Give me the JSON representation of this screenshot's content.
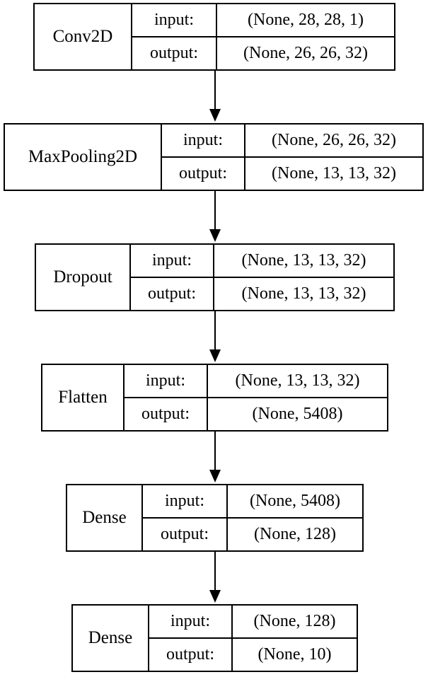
{
  "layers": [
    {
      "name": "Conv2D",
      "input_label": "input:",
      "input_value": "(None, 28, 28, 1)",
      "output_label": "output:",
      "output_value": "(None, 26, 26, 32)"
    },
    {
      "name": "MaxPooling2D",
      "input_label": "input:",
      "input_value": "(None, 26, 26, 32)",
      "output_label": "output:",
      "output_value": "(None, 13, 13, 32)"
    },
    {
      "name": "Dropout",
      "input_label": "input:",
      "input_value": "(None, 13, 13, 32)",
      "output_label": "output:",
      "output_value": "(None, 13, 13, 32)"
    },
    {
      "name": "Flatten",
      "input_label": "input:",
      "input_value": "(None, 13, 13, 32)",
      "output_label": "output:",
      "output_value": "(None, 5408)"
    },
    {
      "name": "Dense",
      "input_label": "input:",
      "input_value": "(None, 5408)",
      "output_label": "output:",
      "output_value": "(None, 128)"
    },
    {
      "name": "Dense",
      "input_label": "input:",
      "input_value": "(None, 128)",
      "output_label": "output:",
      "output_value": "(None, 10)"
    }
  ],
  "edges": [
    {
      "from": "Conv2D",
      "to": "MaxPooling2D"
    },
    {
      "from": "MaxPooling2D",
      "to": "Dropout"
    },
    {
      "from": "Dropout",
      "to": "Flatten"
    },
    {
      "from": "Flatten",
      "to": "Dense"
    },
    {
      "from": "Dense",
      "to": "Dense"
    }
  ]
}
